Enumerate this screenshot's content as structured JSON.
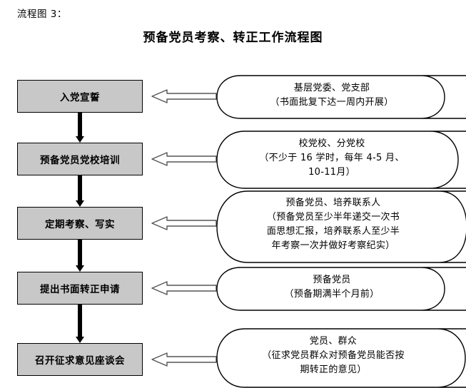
{
  "caption": "流程图 3：",
  "title": "预备党员考察、转正工作流程图",
  "colors": {
    "node_fill": "#c8c8c8",
    "node_border": "#000000",
    "arrow_line": "#000000",
    "callout_border": "#000000",
    "background": "#ffffff"
  },
  "nodes": [
    {
      "label": "入党宣誓"
    },
    {
      "label": "预备党员党校培训"
    },
    {
      "label": "定期考察、写实"
    },
    {
      "label": "提出书面转正申请"
    },
    {
      "label": "召开征求意见座谈会"
    }
  ],
  "callouts": [
    {
      "lines": [
        "基层党委、党支部",
        "（书面批复下达一周内开展）"
      ]
    },
    {
      "lines": [
        "校党校、分党校",
        "（不少于 16 学时，每年 4-5 月、",
        "10-11月）"
      ]
    },
    {
      "lines": [
        "预备党员、培养联系人",
        "（预备党员至少半年递交一次书",
        "面思想汇报，培养联系人至少半",
        "年考察一次并做好考察纪实）"
      ]
    },
    {
      "lines": [
        "预备党员",
        "（预备期满半个月前）"
      ]
    },
    {
      "lines": [
        "党员、群众",
        "（征求党员群众对预备党员能否按",
        "期转正的意见）"
      ]
    }
  ]
}
